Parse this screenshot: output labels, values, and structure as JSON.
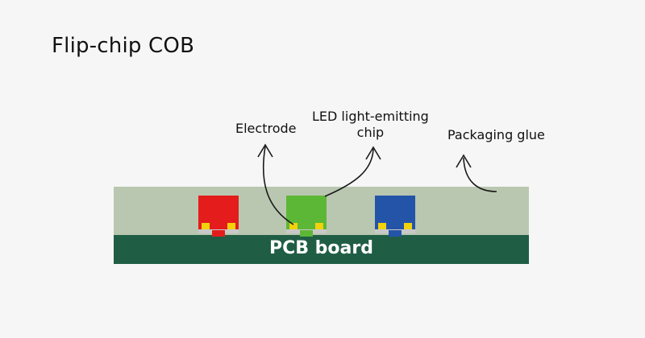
{
  "title": "Flip-chip COB",
  "labels": {
    "electrode": "Electrode",
    "chip_line1": "LED light-emitting",
    "chip_line2": "chip",
    "glue": "Packaging glue",
    "pcb": "PCB board"
  },
  "colors": {
    "background": "#f6f6f6",
    "glue": "#b9c7b0",
    "pcb": "#1f5e45",
    "chip_red": "#e41c1c",
    "chip_green": "#5db737",
    "chip_blue": "#2454a8",
    "electrode": "#f1d20b",
    "bump": "#c9c9c9",
    "stroke": "#1a1a1a"
  }
}
